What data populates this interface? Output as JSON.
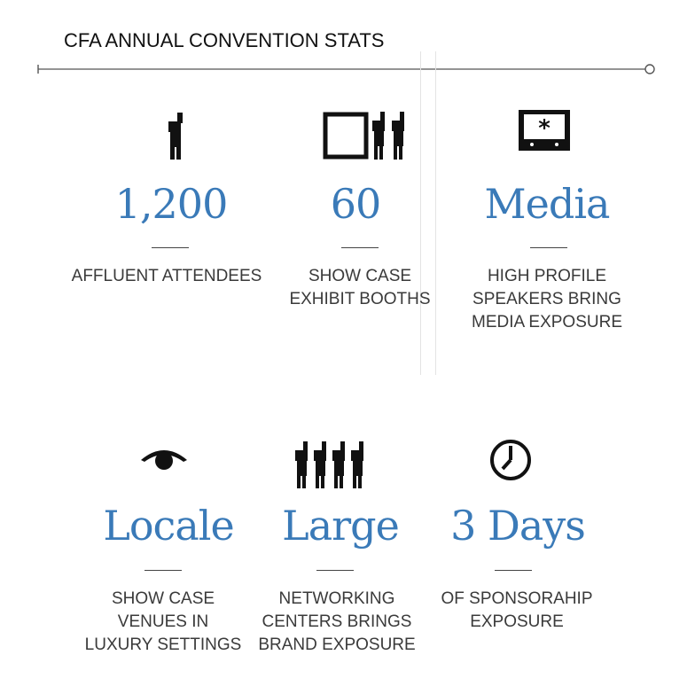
{
  "title": "CFA ANNUAL CONVENTION STATS",
  "colors": {
    "accent": "#3a7ab8",
    "text": "#3a3a3a",
    "icon": "#111111"
  },
  "stats": [
    {
      "value": "1,200",
      "icon": "person-icon",
      "lines": [
        "AFFLUENT ATTENDEES"
      ]
    },
    {
      "value": "60",
      "icon": "booth-icon",
      "lines": [
        "SHOW CASE",
        "EXHIBIT BOOTHS"
      ]
    },
    {
      "value": "Media",
      "icon": "screen-icon",
      "lines": [
        "HIGH PROFILE",
        "SPEAKERS BRING",
        "MEDIA EXPOSURE"
      ]
    },
    {
      "value": "Locale",
      "icon": "eye-icon",
      "lines": [
        "SHOW CASE",
        "VENUES IN",
        "LUXURY SETTINGS"
      ]
    },
    {
      "value": "Large",
      "icon": "group-icon",
      "lines": [
        "NETWORKING",
        "CENTERS BRINGS",
        "BRAND EXPOSURE"
      ]
    },
    {
      "value": "3 Days",
      "icon": "clock-icon",
      "lines": [
        "OF SPONSORAHIP",
        "EXPOSURE"
      ]
    }
  ]
}
